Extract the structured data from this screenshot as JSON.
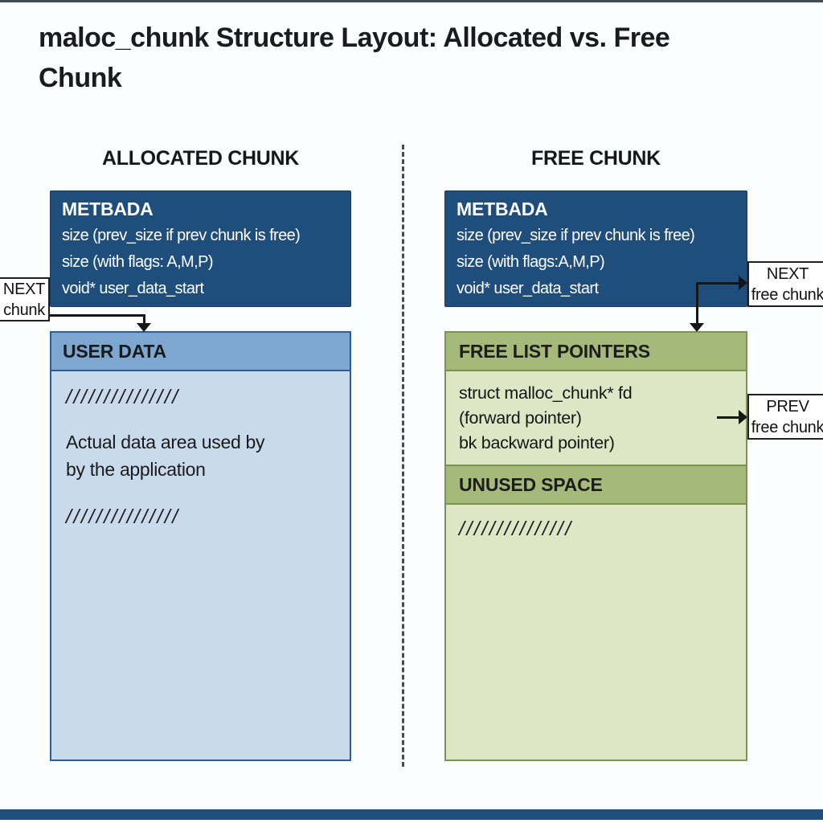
{
  "title": "maloc_chunk Structure Layout: Allocated vs. Free Chunk",
  "colors": {
    "metadata_bg": "#1f4e7d",
    "user_header_bg": "#7da6d0",
    "user_body_bg": "#c8daec",
    "blue_border": "#2b5e96",
    "green_header_bg": "#a5ba7a",
    "green_body_bg": "#dde7c6",
    "green_border": "#7b934a"
  },
  "allocated": {
    "header": "ALLOCATED CHUNK",
    "metadata": {
      "title": "METBADA",
      "lines": [
        "size (prev_size if prev chunk is free)",
        "size (with flags: A,M,P)",
        "void* user_data_start"
      ]
    },
    "user_data": {
      "header": "USER DATA",
      "hatch_top": "///////////////",
      "lines": [
        "Actual data area used by",
        "by the application"
      ],
      "hatch_bottom": "///////////////"
    }
  },
  "free": {
    "header": "FREE CHUNK",
    "metadata": {
      "title": "METBADA",
      "lines": [
        "size (prev_size if prev chunk is free)",
        "size (with flags:A,M,P)",
        "void* user_data_start"
      ]
    },
    "free_list": {
      "header": "FREE LIST POINTERS",
      "lines": [
        "struct malloc_chunk* fd",
        "(forward pointer)",
        "bk backward pointer)"
      ]
    },
    "unused": {
      "header": "UNUSED SPACE",
      "hatch": "///////////////"
    }
  },
  "labels": {
    "next_chunk": {
      "line1": "NEXT",
      "line2": "chunk"
    },
    "next_free_chunk": {
      "line1": "NEXT",
      "line2": "free chunk"
    },
    "prev_free_chunk": {
      "line1": "PREV",
      "line2": "free chunk"
    }
  }
}
